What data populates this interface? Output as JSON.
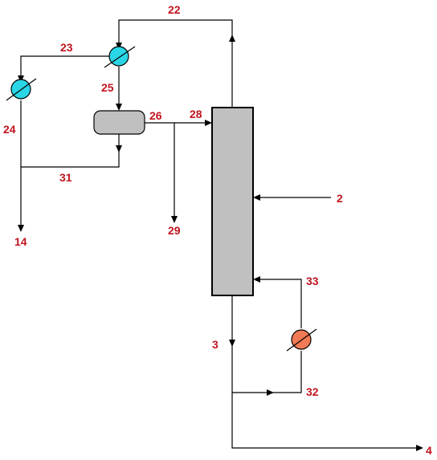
{
  "streams": {
    "s22": "22",
    "s23": "23",
    "s24": "24",
    "s25": "25",
    "s26": "26",
    "s28": "28",
    "s31": "31",
    "s14": "14",
    "s29": "29",
    "s2": "2",
    "s33": "33",
    "s3": "3",
    "s32": "32",
    "s4": "4"
  },
  "colors": {
    "label": "#c0141e",
    "condenser": "#2ad6e6",
    "reboiler": "#f07a55",
    "column": "#c0c0c0",
    "drum": "#c0c0c0",
    "line": "#000000"
  },
  "icons": {
    "condenser_main": "heat-exchanger-icon",
    "condenser_secondary": "heat-exchanger-icon",
    "reboiler": "heat-exchanger-icon",
    "reflux_drum": "drum-vessel-icon",
    "column": "distillation-column-icon"
  }
}
